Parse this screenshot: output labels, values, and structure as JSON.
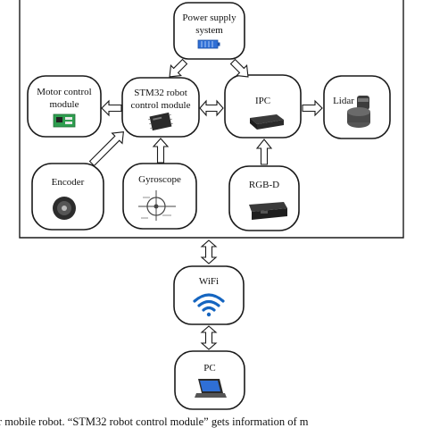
{
  "nodes": {
    "power": {
      "line1": "Power supply",
      "line2": "system"
    },
    "motor": {
      "line1": "Motor control",
      "line2": "module"
    },
    "stm32": {
      "line1": "STM32 robot",
      "line2": "control module"
    },
    "ipc": {
      "label": "IPC"
    },
    "lidar": {
      "label": "Lidar"
    },
    "encoder": {
      "label": "Encoder"
    },
    "gyro": {
      "label": "Gyroscope"
    },
    "rgbd": {
      "label": "RGB-D"
    },
    "wifi": {
      "label": "WiFi"
    },
    "pc": {
      "label": "PC"
    }
  },
  "caption": "r mobile robot. “STM32 robot control module” gets information of m",
  "colors": {
    "stroke": "#1a1a1a",
    "wifi": "#1565c0",
    "battery": "#2f6fd6",
    "motor_board": "#2e9e4f",
    "device_dark": "#222222"
  },
  "icons": [
    "battery-icon",
    "motor-board-icon",
    "chip-icon",
    "mini-pc-icon",
    "lidar-device-icon",
    "encoder-motor-icon",
    "gyroscope-icon",
    "rgbd-camera-icon",
    "wifi-icon",
    "laptop-icon"
  ]
}
